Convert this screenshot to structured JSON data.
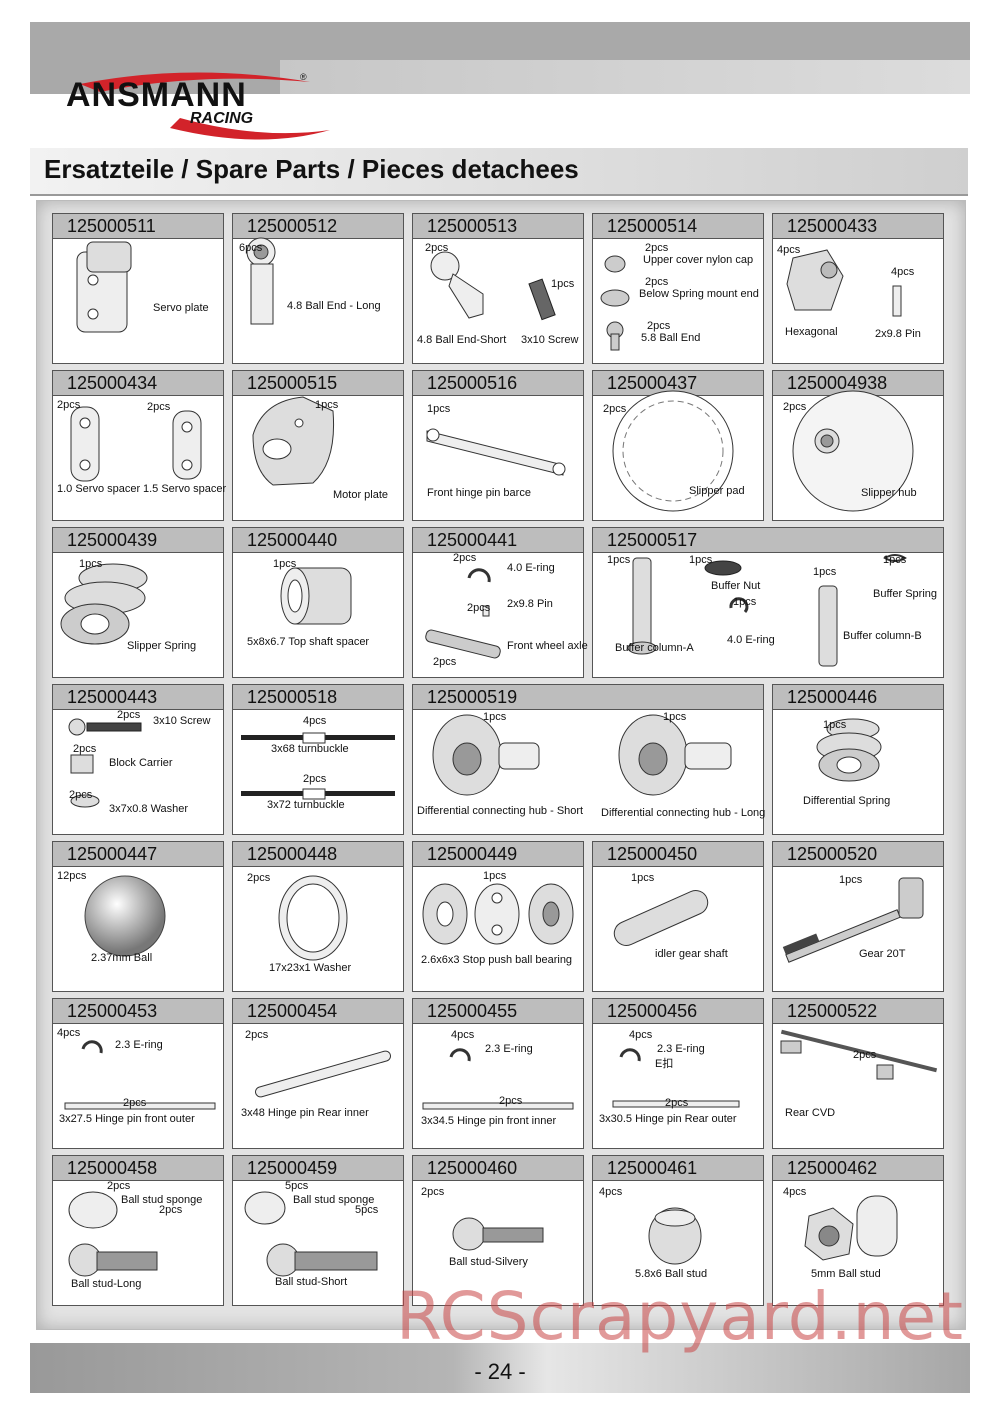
{
  "header": {
    "logo_text": "ANSMANN",
    "logo_sub": "RACING",
    "logo_reg": "®"
  },
  "title": "Ersatzteile / Spare Parts / Pieces detachees",
  "page_number": "- 24 -",
  "watermark": "RCScrapyard.net",
  "cells": [
    {
      "pn": "125000511",
      "labels": [
        "Servo plate"
      ]
    },
    {
      "pn": "125000512",
      "labels": [
        "6pcs",
        "4.8  Ball End - Long"
      ]
    },
    {
      "pn": "125000513",
      "labels": [
        "2pcs",
        "1pcs",
        "4.8  Ball End-Short",
        "3x10 Screw"
      ]
    },
    {
      "pn": "125000514",
      "labels": [
        "2pcs",
        "Upper cover nylon cap",
        "2pcs",
        "Below Spring mount end",
        "2pcs",
        "5.8  Ball End"
      ]
    },
    {
      "pn": "125000433",
      "labels": [
        "4pcs",
        "4pcs",
        "Hexagonal",
        "2x9.8 Pin"
      ]
    },
    {
      "pn": "125000434",
      "labels": [
        "2pcs",
        "2pcs",
        "1.0 Servo spacer",
        "1.5 Servo spacer"
      ]
    },
    {
      "pn": "125000515",
      "labels": [
        "1pcs",
        "Motor plate"
      ]
    },
    {
      "pn": "125000516",
      "labels": [
        "1pcs",
        "Front hinge pin barce"
      ]
    },
    {
      "pn": "125000437",
      "labels": [
        "2pcs",
        "Slipper pad"
      ]
    },
    {
      "pn": "1250004938",
      "labels": [
        "2pcs",
        "Slipper hub"
      ]
    },
    {
      "pn": "125000439",
      "labels": [
        "1pcs",
        "Slipper Spring"
      ]
    },
    {
      "pn": "125000440",
      "labels": [
        "1pcs",
        "5x8x6.7   Top shaft spacer"
      ]
    },
    {
      "pn": "125000441",
      "labels": [
        "2pcs",
        "4.0  E-ring",
        "2pcs",
        "2x9.8 Pin",
        "Front wheel axle",
        "2pcs"
      ]
    },
    {
      "pn": "125000517",
      "labels": [
        "1pcs",
        "1pcs",
        "Buffer Nut",
        "1pcs",
        "1pcs",
        "Buffer Spring",
        "1pcs",
        "Buffer column-A",
        "4.0  E-ring",
        "Buffer column-B"
      ]
    },
    {
      "pn": "125000443",
      "labels": [
        "2pcs",
        "3x10 Screw",
        "2pcs",
        "Block Carrier",
        "2pcs",
        "3x7x0.8  Washer"
      ]
    },
    {
      "pn": "125000518",
      "labels": [
        "4pcs",
        "3x68  turnbuckle",
        "2pcs",
        "3x72  turnbuckle"
      ]
    },
    {
      "pn": "125000519",
      "labels": [
        "1pcs",
        "1pcs",
        "Differential connecting hub - Short",
        "Differential connecting hub - Long"
      ]
    },
    {
      "pn": "125000446",
      "labels": [
        "1pcs",
        "Differential Spring"
      ]
    },
    {
      "pn": "125000447",
      "labels": [
        "12pcs",
        "2.37mm  Ball"
      ]
    },
    {
      "pn": "125000448",
      "labels": [
        "2pcs",
        "17x23x1 Washer"
      ]
    },
    {
      "pn": "125000449",
      "labels": [
        "1pcs",
        "2.6x6x3  Stop push ball bearing"
      ]
    },
    {
      "pn": "125000450",
      "labels": [
        "1pcs",
        "idler gear shaft"
      ]
    },
    {
      "pn": "125000520",
      "labels": [
        "1pcs",
        "Gear 20T"
      ]
    },
    {
      "pn": "125000453",
      "labels": [
        "4pcs",
        "2.3  E-ring",
        "2pcs",
        "3x27.5 Hinge pin front outer"
      ]
    },
    {
      "pn": "125000454",
      "labels": [
        "2pcs",
        "3x48 Hinge pin Rear inner"
      ]
    },
    {
      "pn": "125000455",
      "labels": [
        "4pcs",
        "2.3  E-ring",
        "2pcs",
        "3x34.5 Hinge pin front inner"
      ]
    },
    {
      "pn": "125000456",
      "labels": [
        "4pcs",
        "2.3  E-ring",
        "E扣",
        "2pcs",
        "3x30.5 Hinge pin Rear outer"
      ]
    },
    {
      "pn": "125000522",
      "labels": [
        "2pcs",
        "Rear CVD"
      ]
    },
    {
      "pn": "125000458",
      "labels": [
        "2pcs",
        "Ball stud sponge",
        "2pcs",
        "Ball stud-Long"
      ]
    },
    {
      "pn": "125000459",
      "labels": [
        "5pcs",
        "Ball stud sponge",
        "5pcs",
        "Ball stud-Short"
      ]
    },
    {
      "pn": "125000460",
      "labels": [
        "2pcs",
        "Ball stud-Silvery"
      ]
    },
    {
      "pn": "125000461",
      "labels": [
        "4pcs",
        "5.8x6  Ball stud"
      ]
    },
    {
      "pn": "125000462",
      "labels": [
        "4pcs",
        "5mm  Ball stud"
      ]
    }
  ]
}
